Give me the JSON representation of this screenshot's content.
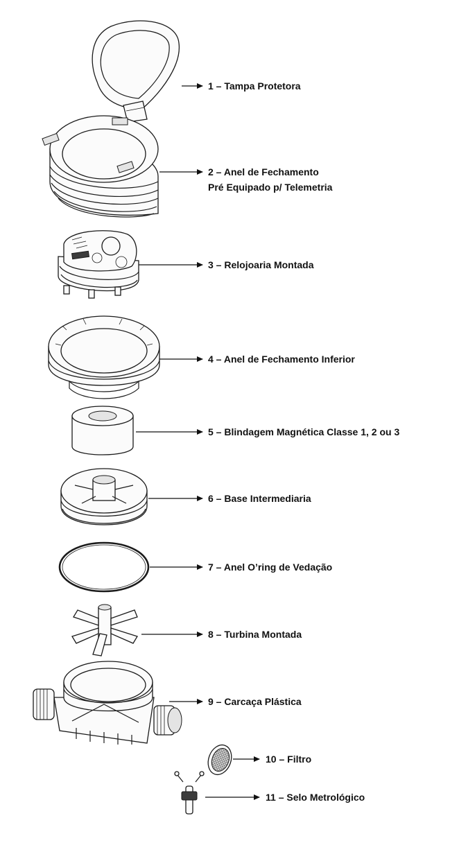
{
  "parts": [
    {
      "number": "1",
      "name": "Tampa Protetora",
      "icon": "protective-cover"
    },
    {
      "number": "2",
      "name": "Anel de Fechamento",
      "name_line2": "Pré Equipado p/ Telemetria",
      "icon": "closing-ring"
    },
    {
      "number": "3",
      "name": "Relojoaria Montada",
      "icon": "register-assembly"
    },
    {
      "number": "4",
      "name": "Anel de Fechamento Inferior",
      "icon": "lower-closing-ring"
    },
    {
      "number": "5",
      "name": "Blindagem Magnética Classe 1, 2 ou 3",
      "icon": "magnetic-shield"
    },
    {
      "number": "6",
      "name": "Base Intermediaria",
      "icon": "intermediate-base"
    },
    {
      "number": "7",
      "name": "Anel O’ring de Vedação",
      "icon": "o-ring"
    },
    {
      "number": "8",
      "name": "Turbina Montada",
      "icon": "turbine"
    },
    {
      "number": "9",
      "name": "Carcaça Plástica",
      "icon": "plastic-housing"
    },
    {
      "number": "10",
      "name": "Filtro",
      "icon": "filter"
    },
    {
      "number": "11",
      "name": "Selo Metrológico",
      "icon": "metrological-seal"
    }
  ],
  "separator": " – "
}
